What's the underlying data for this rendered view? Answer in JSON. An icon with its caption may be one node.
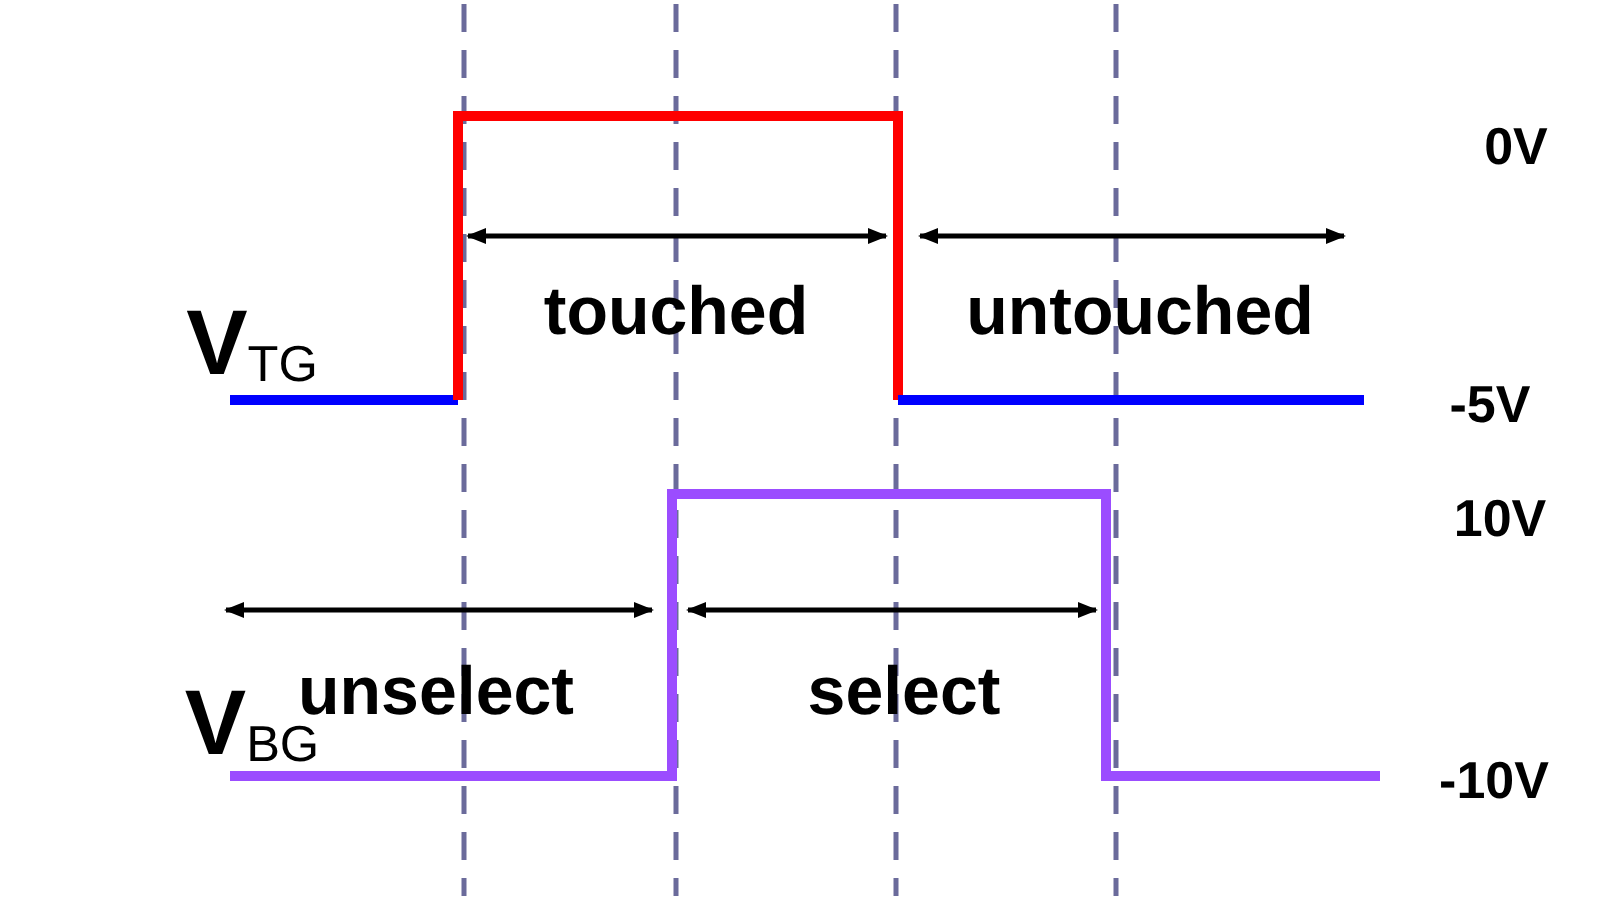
{
  "diagram": {
    "labels": [
      "0V",
      "V$_{TG}$",
      "touched",
      "untouched",
      "-5V",
      "10V",
      "unselect",
      "select",
      "V$_{BG}$",
      "-10V"
    ]
  }
}
